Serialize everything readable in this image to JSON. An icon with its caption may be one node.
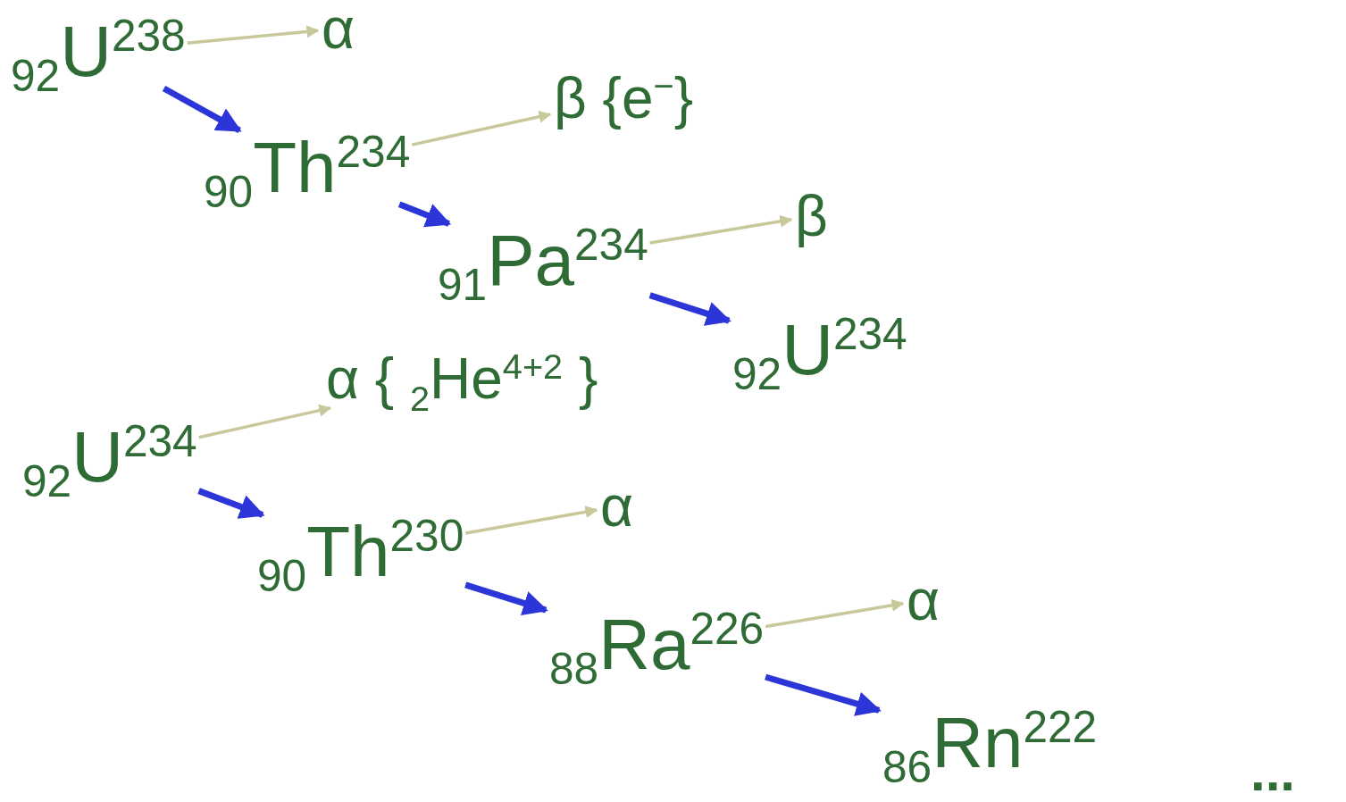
{
  "diagram": {
    "nodes": [
      {
        "text": [
          "$_{92}$U$^{238}$"
        ]
      },
      {
        "text": [
          "$_{90}$Th$^{234}$"
        ]
      },
      {
        "text": [
          "$_{91}$Pa$^{234}$"
        ]
      },
      {
        "text": [
          "$_{92}$U$^{234}$"
        ]
      },
      {
        "text": [
          "$_{92}$U$^{234}$"
        ]
      },
      {
        "text": [
          "$_{90}$Th$^{230}$"
        ]
      },
      {
        "text": [
          "$_{88}$Ra$^{226}$"
        ]
      },
      {
        "text": [
          "$_{86}$Rn$^{222}$"
        ]
      },
      {
        "text": [
          "α"
        ]
      },
      {
        "text": [
          "β {e$^{−}$}"
        ]
      },
      {
        "text": [
          "β"
        ]
      },
      {
        "text": [
          "α { $_{2}$He$^{4+2}$ }"
        ]
      },
      {
        "text": [
          "α"
        ]
      },
      {
        "text": [
          "α"
        ]
      }
    ],
    "edges": [
      {
        "from": 0,
        "to": 8,
        "arrow": "to",
        "color": "#c8c89a"
      },
      {
        "from": 0,
        "to": 1,
        "arrow": "to",
        "style": "thick",
        "color": "#2b35d8"
      },
      {
        "from": 1,
        "to": 9,
        "arrow": "to",
        "color": "#c8c89a"
      },
      {
        "from": 1,
        "to": 2,
        "arrow": "to",
        "style": "thick",
        "color": "#2b35d8"
      },
      {
        "from": 2,
        "to": 10,
        "arrow": "to",
        "color": "#c8c89a"
      },
      {
        "from": 2,
        "to": 3,
        "arrow": "to",
        "style": "thick",
        "color": "#2b35d8"
      },
      {
        "from": 4,
        "to": 11,
        "arrow": "to",
        "color": "#c8c89a"
      },
      {
        "from": 4,
        "to": 5,
        "arrow": "to",
        "style": "thick",
        "color": "#2b35d8"
      },
      {
        "from": 5,
        "to": 12,
        "arrow": "to",
        "color": "#c8c89a"
      },
      {
        "from": 5,
        "to": 6,
        "arrow": "to",
        "style": "thick",
        "color": "#2b35d8"
      },
      {
        "from": 6,
        "to": 13,
        "arrow": "to",
        "color": "#c8c89a"
      },
      {
        "from": 6,
        "to": 7,
        "arrow": "to",
        "style": "thick",
        "color": "#2b35d8"
      }
    ],
    "labels": [
      "..."
    ]
  }
}
